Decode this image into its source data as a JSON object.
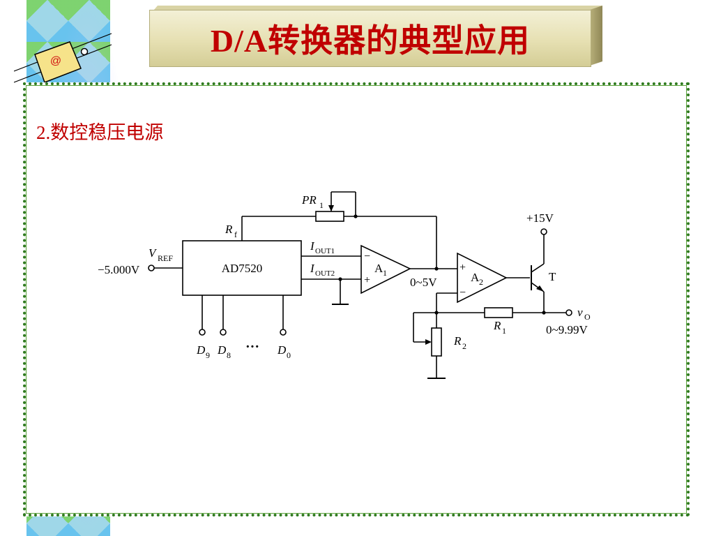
{
  "slide": {
    "title": "D/A转换器的典型应用",
    "section_heading": "2.数控稳压电源",
    "logo_label": "@"
  },
  "circuit": {
    "dac_label": "AD7520",
    "vref_symbol": "V",
    "vref_sub": "REF",
    "vref_value": "−5.000V",
    "rf_symbol": "R",
    "rf_sub": "f",
    "pr1_symbol": "PR",
    "pr1_sub": "1",
    "iout1_symbol": "I",
    "iout1_sub": "OUT1",
    "iout2_symbol": "I",
    "iout2_sub": "OUT2",
    "a1_symbol": "A",
    "a1_sub": "1",
    "a2_symbol": "A",
    "a2_sub": "2",
    "minus_sign": "−",
    "plus_sign": "+",
    "a1_out_range": "0~5V",
    "supply_label": "+15V",
    "transistor_label": "T",
    "vo_symbol": "v",
    "vo_sub": "O",
    "vo_range": "0~9.99V",
    "r1_symbol": "R",
    "r1_sub": "1",
    "r2_symbol": "R",
    "r2_sub": "2",
    "d9_symbol": "D",
    "d9_sub": "9",
    "d8_symbol": "D",
    "d8_sub": "8",
    "ellipsis": "···",
    "d0_symbol": "D",
    "d0_sub": "0"
  },
  "colors": {
    "title_text": "#c00000",
    "heading_text": "#c00000",
    "frame_border": "#2f7a1f",
    "title_box": "#e6e0b2"
  }
}
